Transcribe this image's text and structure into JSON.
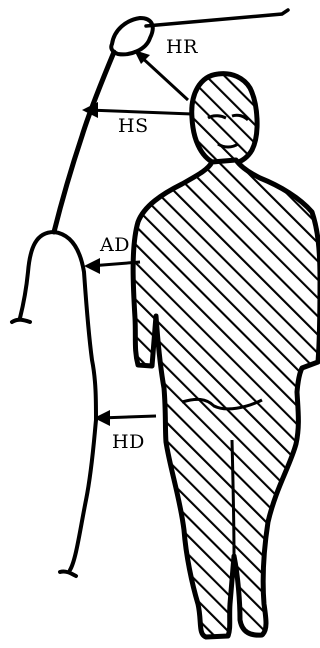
{
  "diagram": {
    "labels": {
      "hr": "HR",
      "hs": "HS",
      "ad": "AD",
      "hd": "HD"
    },
    "colors": {
      "ink": "#000000",
      "paper": "#ffffff"
    }
  }
}
